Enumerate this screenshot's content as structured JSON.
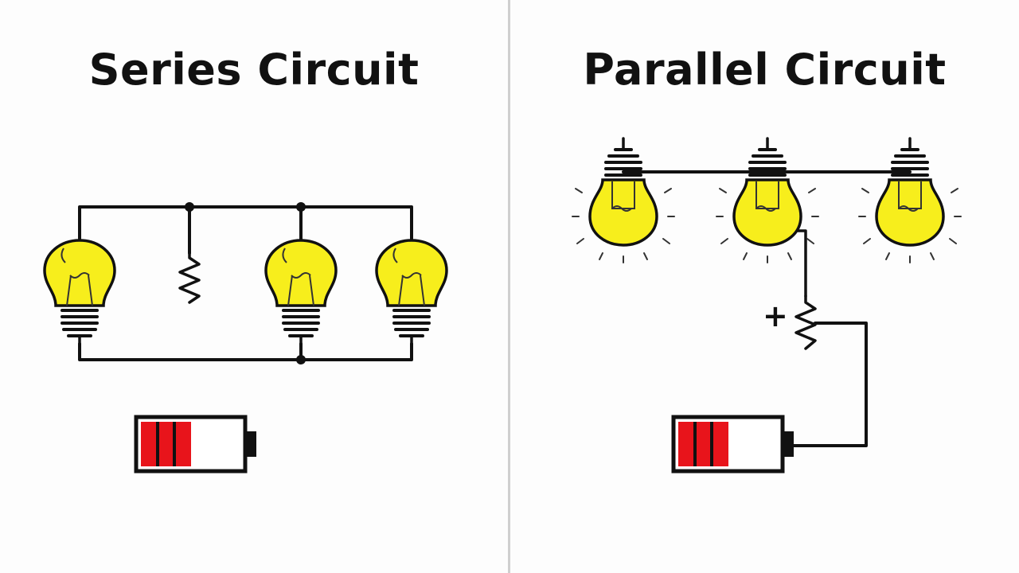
{
  "series": {
    "title": "Series Circuit",
    "battery_charge_fraction": 0.5
  },
  "parallel": {
    "title": "Parallel Circuit",
    "battery_charge_fraction": 0.5,
    "plus_label": "+"
  },
  "colors": {
    "bulb_glass": "#f7ee1c",
    "battery_charge": "#e8141b",
    "wire": "#111111",
    "divider": "#cfcfcf"
  }
}
